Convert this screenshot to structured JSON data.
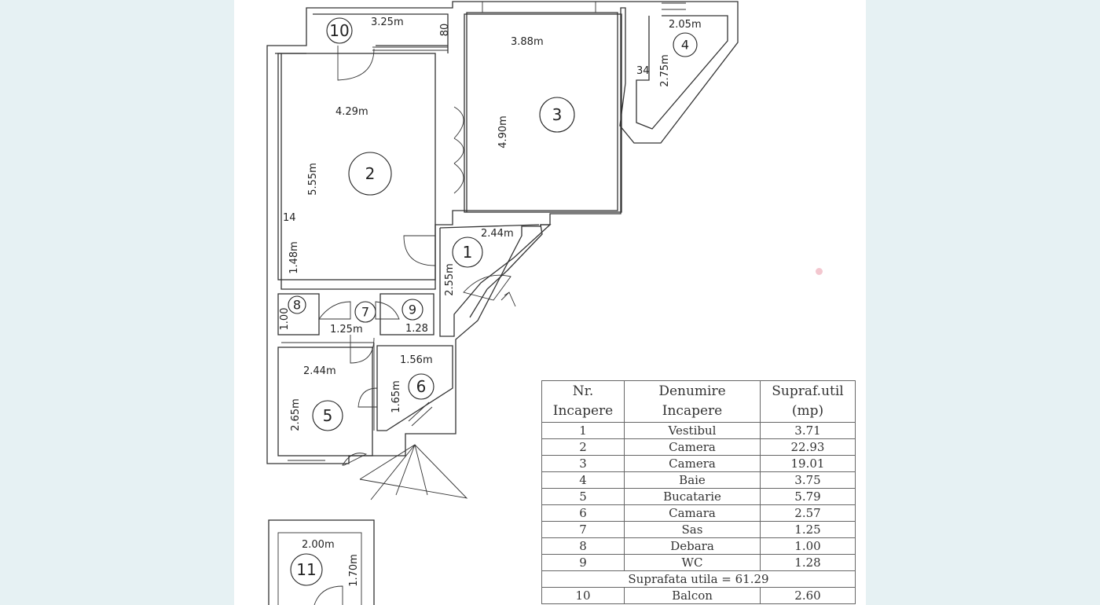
{
  "plan": {
    "dimensions": {
      "r10_width": "3.25m",
      "r10_small": "80",
      "r3_width": "3.88m",
      "r4_width": "2.05m",
      "r4_height": "2.75m",
      "r4_small": "34",
      "r2_width": "4.29m",
      "r3_height": "4.90m",
      "r2_height": "5.55m",
      "r2_small": "14",
      "r2_lower": "1.48m",
      "r1_width": "2.44m",
      "r1_height": "2.55m",
      "r8_size": "1.00",
      "r7_width": "1.25m",
      "r9_size": "1.28",
      "r6_width": "1.56m",
      "r6_height": "1.65m",
      "r5_width": "2.44m",
      "r5_height": "2.65m",
      "r11_width": "2.00m",
      "r11_height": "1.70m"
    },
    "room_numbers": [
      "1",
      "2",
      "3",
      "4",
      "5",
      "6",
      "7",
      "8",
      "9",
      "10",
      "11"
    ]
  },
  "table": {
    "headers": [
      [
        "Nr.",
        "Incapere"
      ],
      [
        "Denumire",
        "Incapere"
      ],
      [
        "Supraf.util",
        "(mp)"
      ]
    ],
    "rows": [
      [
        "1",
        "Vestibul",
        "3.71"
      ],
      [
        "2",
        "Camera",
        "22.93"
      ],
      [
        "3",
        "Camera",
        "19.01"
      ],
      [
        "4",
        "Baie",
        "3.75"
      ],
      [
        "5",
        "Bucatarie",
        "5.79"
      ],
      [
        "6",
        "Camara",
        "2.57"
      ],
      [
        "7",
        "Sas",
        "1.25"
      ],
      [
        "8",
        "Debara",
        "1.00"
      ],
      [
        "9",
        "WC",
        "1.28"
      ]
    ],
    "total": "Suprafata utila = 61.29",
    "extra_rows": [
      [
        "10",
        "Balcon",
        "2.60"
      ]
    ]
  },
  "colors": {
    "background": "#e6f1f3",
    "paper": "#ffffff",
    "ink": "#333333"
  }
}
